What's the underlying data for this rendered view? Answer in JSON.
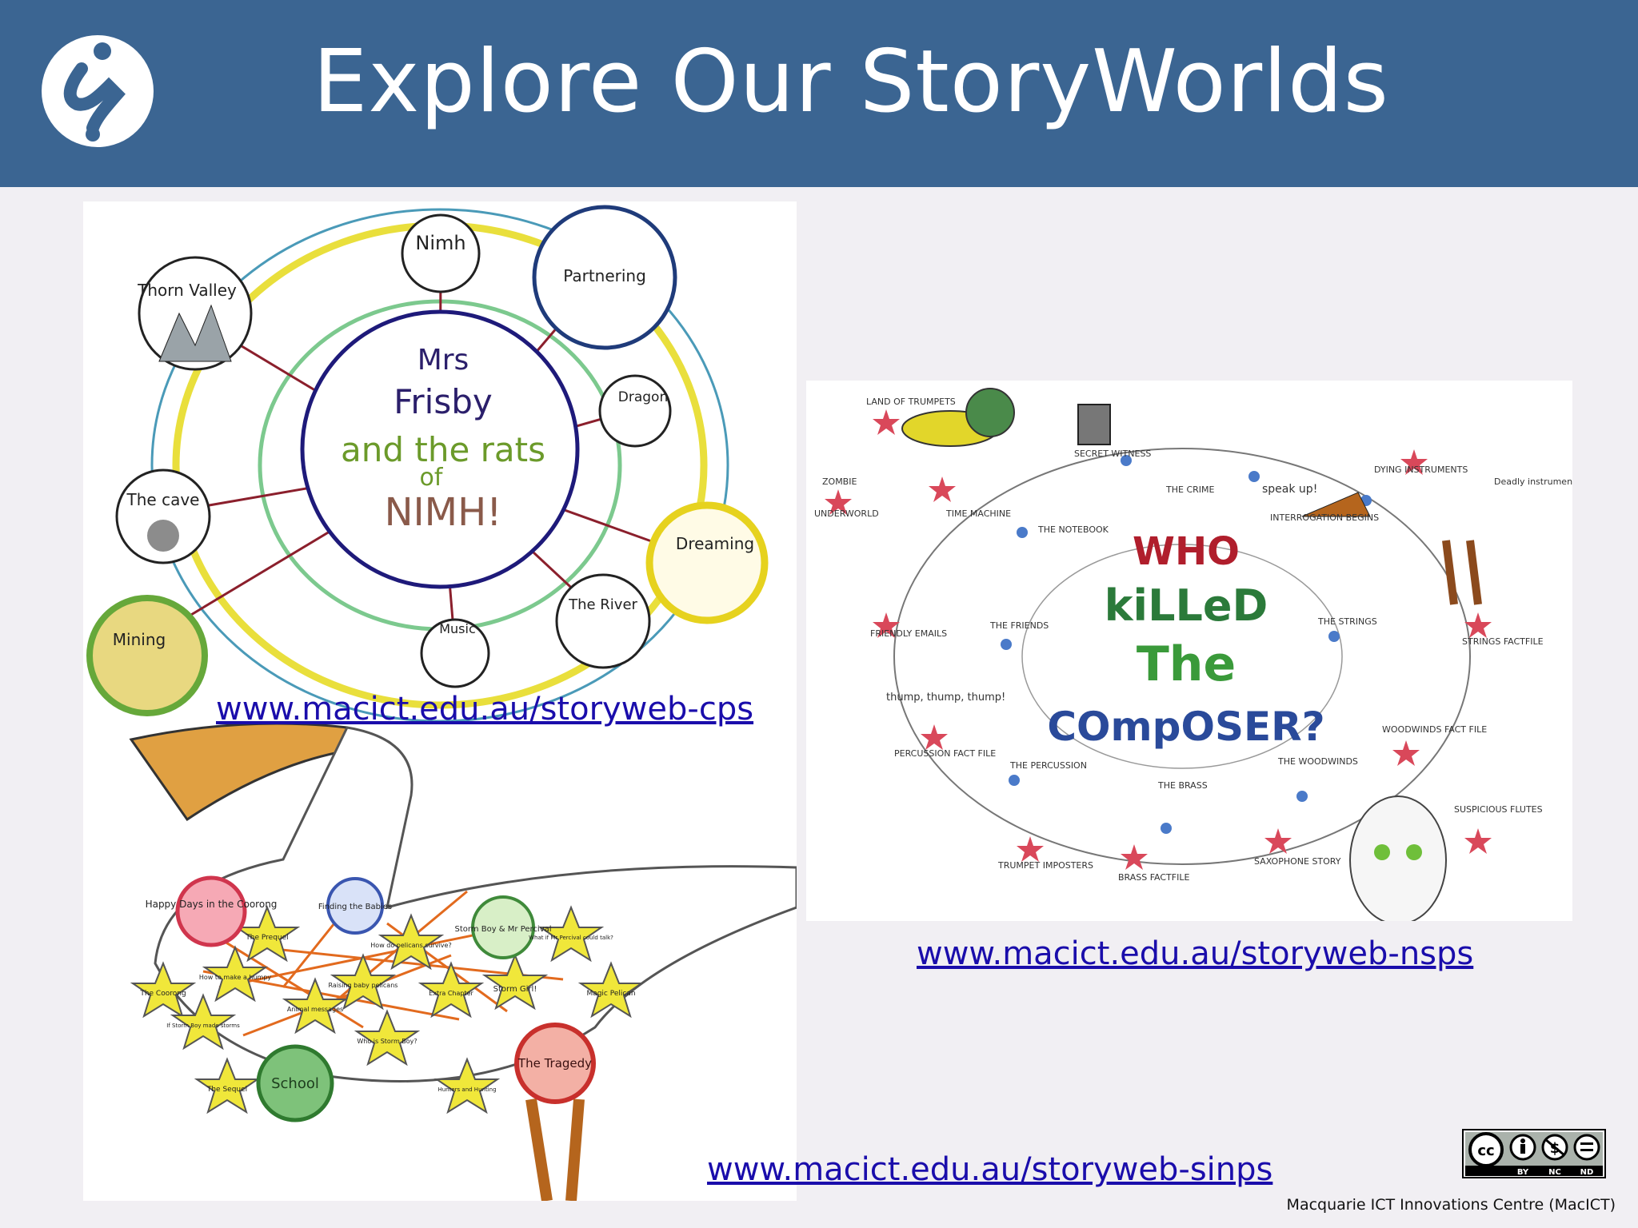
{
  "header": {
    "title": "Explore Our StoryWorlds",
    "logo_icon": "macict-logo-icon"
  },
  "colors": {
    "header_bg": "#3b6592",
    "page_bg": "#f1eff3",
    "link": "#1a0dab"
  },
  "storyweb_cps": {
    "center_title": "Mrs Frisby and the rats of NIMH!",
    "center_line1": "Mrs",
    "center_line2": "Frisby",
    "center_line3": "and the rats",
    "center_line4": "of",
    "center_line5": "NIMH!",
    "nodes": [
      "Nimh",
      "Partnering",
      "Thorn Valley",
      "Dragon",
      "The cave",
      "Dreaming",
      "The River",
      "Music",
      "Mining"
    ],
    "link": "www.macict.edu.au/storyweb-cps"
  },
  "storyweb_nsps": {
    "center_line1": "WHO",
    "center_line2": "kiLLeD",
    "center_line3": "The",
    "center_line4": "COmpOSER?",
    "labels": [
      "LAND OF TRUMPETS",
      "ZOMBIE",
      "UNDERWORLD",
      "TIME MACHINE",
      "THE NOTEBOOK",
      "SECRET WITNESS",
      "THE CRIME",
      "speak up!",
      "INTERROGATION BEGINS",
      "DYING INSTRUMENTS",
      "Deadly instruments",
      "FRIENDLY EMAILS",
      "THE FRIENDS",
      "THE STRINGS",
      "STRINGS FACTFILE",
      "thump, thump, thump!",
      "PERCUSSION FACT FILE",
      "THE PERCUSSION",
      "THE BRASS",
      "THE WOODWINDS",
      "WOODWINDS FACT FILE",
      "TRUMPET IMPOSTERS",
      "BRASS FACTFILE",
      "SAXOPHONE STORY",
      "SUSPICIOUS FLUTES"
    ],
    "link": "www.macict.edu.au/storyweb-nsps"
  },
  "storyweb_sinps": {
    "labels": [
      "Happy Days in the Coorong",
      "Finding the Babies",
      "Storm Boy & Mr Percival",
      "The Prequel",
      "How do pelicans survive?",
      "What if Mr Percival could talk?",
      "How to make a humpy",
      "Raising baby pelicans",
      "The Coorong",
      "Extra Chapter",
      "Storm Girl!",
      "Magic Pelican",
      "If Storm Boy made storms",
      "Animal messages",
      "Who is Storm Boy?",
      "The Sequel",
      "School",
      "Hunters and Hunting",
      "The Tragedy"
    ],
    "link": "www.macict.edu.au/storyweb-sinps"
  },
  "license": {
    "badges": [
      "BY",
      "NC",
      "ND"
    ],
    "icon": "creative-commons-icon"
  },
  "footer": {
    "credit": "Macquarie ICT Innovations Centre (MacICT)"
  }
}
